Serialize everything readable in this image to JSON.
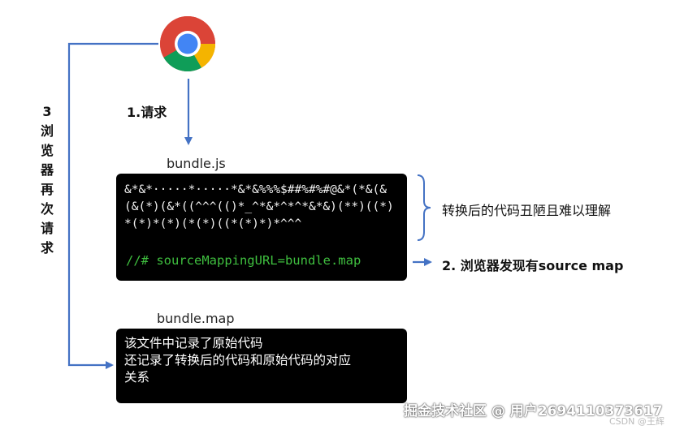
{
  "step1": {
    "label": "1.请求"
  },
  "step2": {
    "label": "2. 浏览器发现有source map"
  },
  "step3": {
    "chars": [
      "3",
      "浏",
      "览",
      "器",
      "再",
      "次",
      "请",
      "求"
    ]
  },
  "bundle_js": {
    "filename": "bundle.js",
    "garbled_code": "&*&*·····*·····*&*&%%%$##%#%#@&*(*&(&  (&(*)(&*((^^^(()*_^*&*^*^*&*&)(**)((*)*(*)*(*)(*(*)((*(*)*)*^^^",
    "comment": "//# sourceMappingURL=bundle.map",
    "note": "转换后的代码丑陋且难以理解"
  },
  "bundle_map": {
    "filename": "bundle.map",
    "lines": [
      "该文件中记录了原始代码",
      "还记录了转换后的代码和原始代码的对应",
      "关系"
    ]
  },
  "watermark": {
    "text": "掘金技术社区 @ 用户2694110373617",
    "csdn": "CSDN @王辉"
  },
  "colors": {
    "arrow": "#4472c4",
    "comment": "#3fbf3f",
    "box": "#000000"
  }
}
